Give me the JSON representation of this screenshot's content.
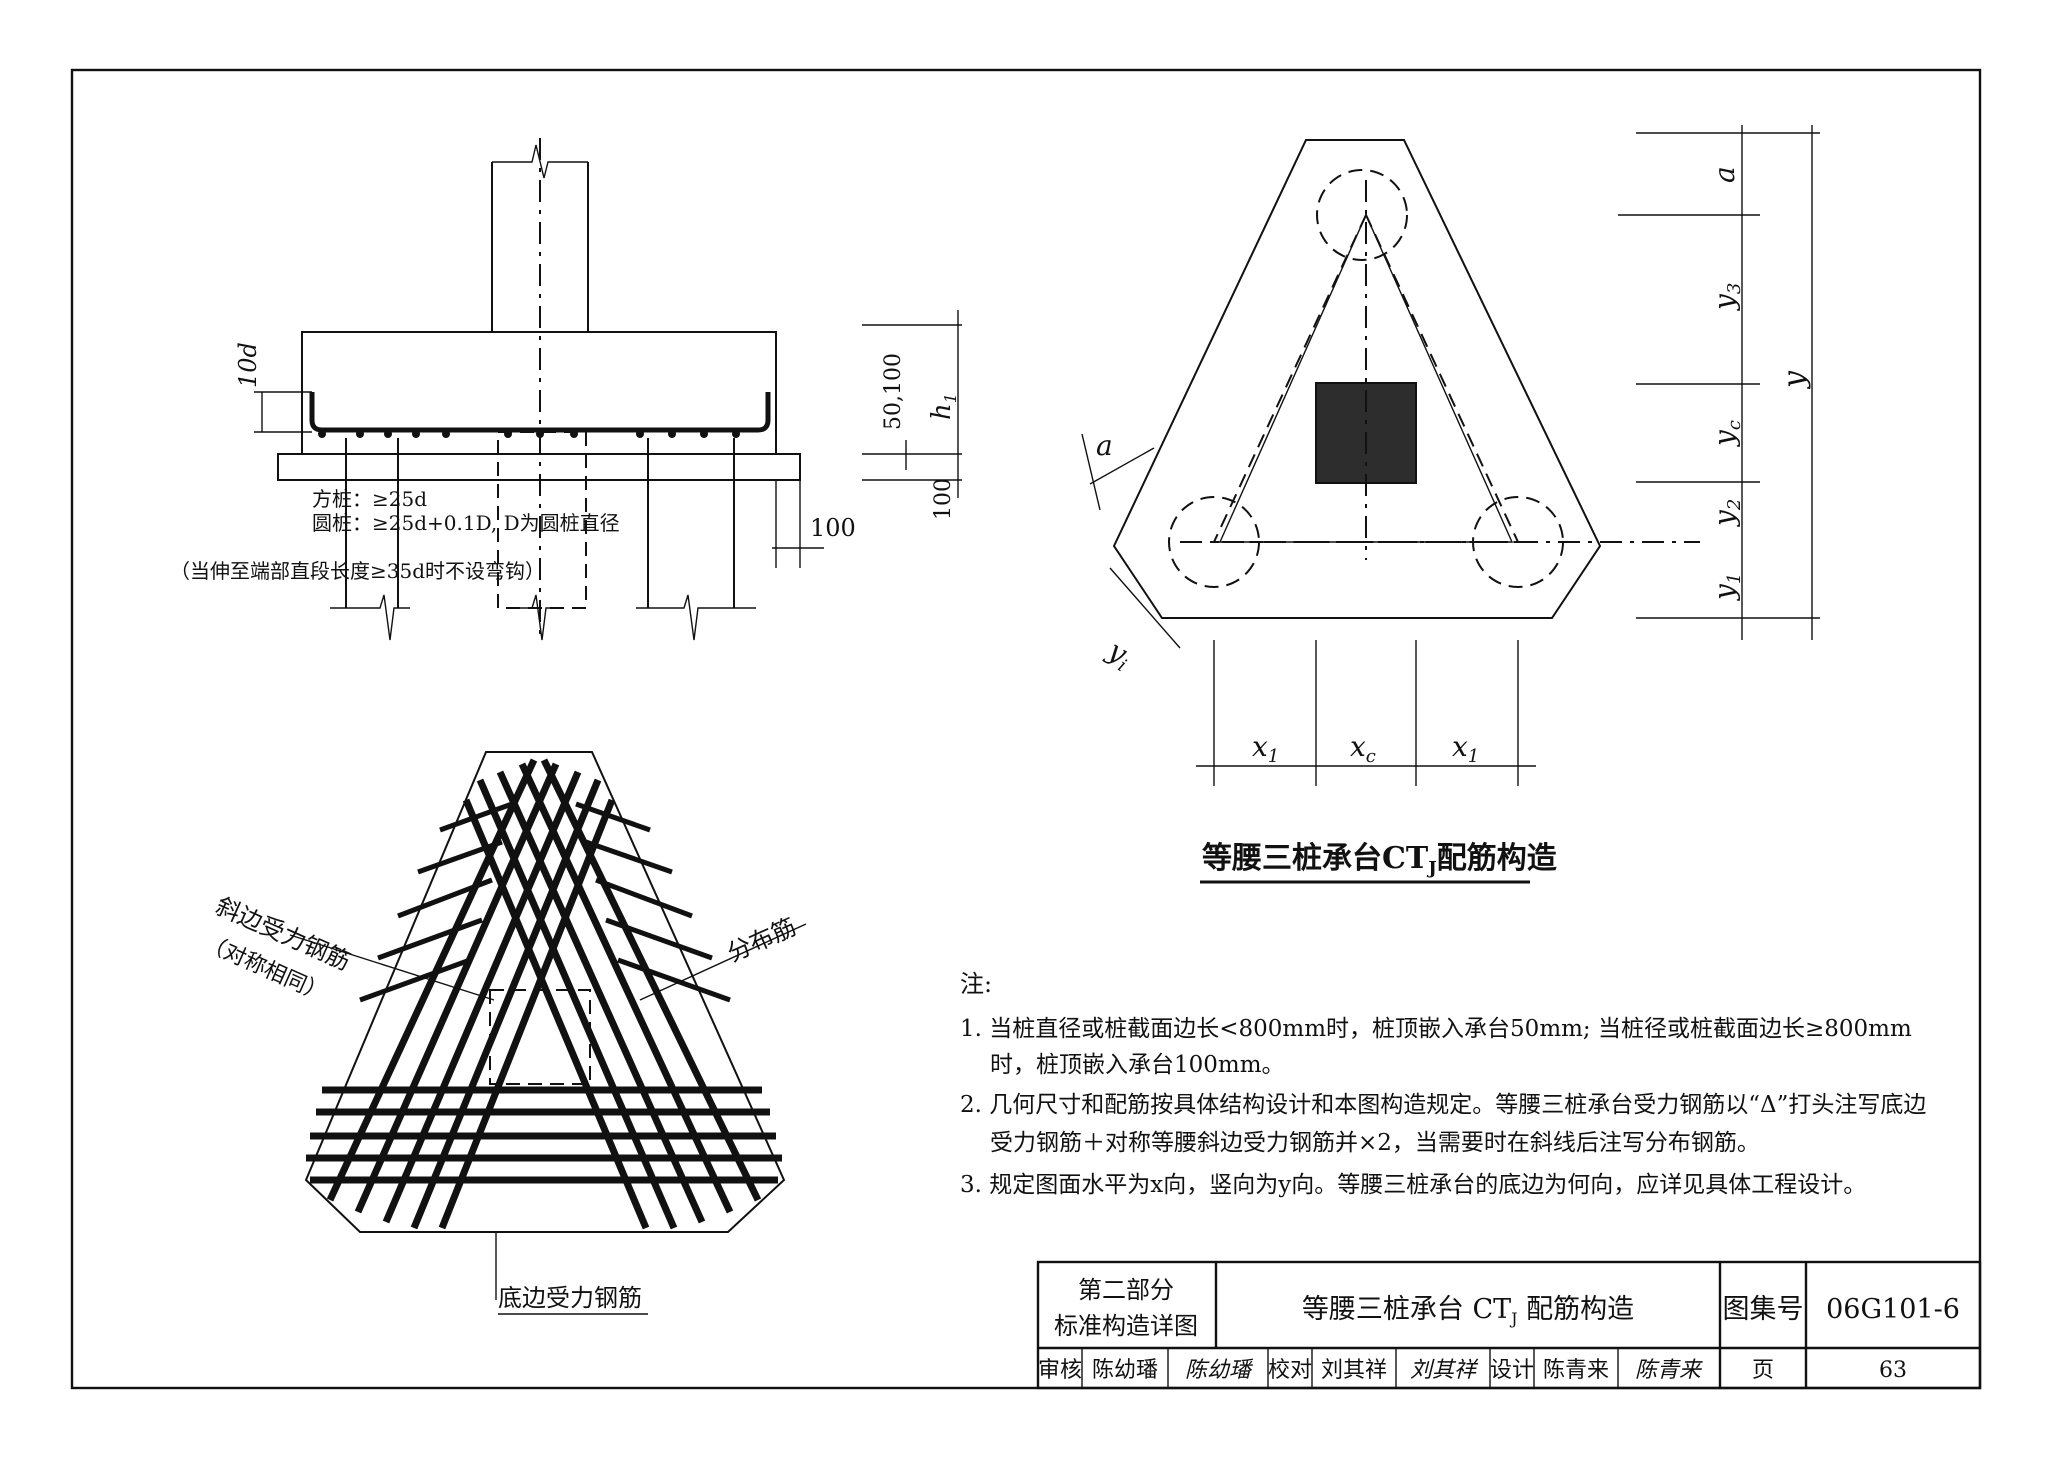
{
  "section_view": {
    "label_10d": "10d",
    "label_50_100": "50,100",
    "label_h1": "h",
    "label_h1_sub": "1",
    "label_100_vert": "100",
    "label_100_right": "100",
    "note_square_pile": "方桩：≥25d",
    "note_round_pile": "圆桩：≥25d+0.1D, D为圆桩直径",
    "note_hook": "（当伸至端部直段长度≥35d时不设弯钩）"
  },
  "plan_view": {
    "label_a_top": "a",
    "label_y3": "y",
    "label_y3_sub": "3",
    "label_y": "y",
    "label_yc": "y",
    "label_yc_sub": "c",
    "label_y2": "y",
    "label_y2_sub": "2",
    "label_y1": "y",
    "label_y1_sub": "1",
    "label_a_side": "a",
    "label_yi": "y",
    "label_yi_sub": "i",
    "label_x1_left": "x",
    "label_x1_left_sub": "1",
    "label_xc": "x",
    "label_xc_sub": "c",
    "label_x1_right": "x",
    "label_x1_right_sub": "1",
    "title_main": "等腰三桩承台CT",
    "title_sub": "J",
    "title_end": "配筋构造"
  },
  "rebar_view": {
    "label_hyp_bar": "斜边受力钢筋",
    "label_hyp_bar_sym": "（对称相同）",
    "label_distribution": "分布筋",
    "label_bottom_bar": "底边受力钢筋"
  },
  "notes": {
    "heading": "注:",
    "n1_line1": "1. 当桩直径或桩截面边长<800mm时，桩顶嵌入承台50mm; 当桩径或桩截面边长≥800mm",
    "n1_line2": "时，桩顶嵌入承台100mm。",
    "n2_line1": "2. 几何尺寸和配筋按具体结构设计和本图构造规定。等腰三桩承台受力钢筋以“Δ”打头注写底边",
    "n2_line2": "受力钢筋＋对称等腰斜边受力钢筋并×2，当需要时在斜线后注写分布钢筋。",
    "n3_line1": "3. 规定图面水平为x向，竖向为y向。等腰三桩承台的底边为何向，应详见具体工程设计。"
  },
  "title_block": {
    "part_line1": "第二部分",
    "part_line2": "标准构造详图",
    "drawing_title": "等腰三桩承台 CT",
    "drawing_title_sub": "J",
    "drawing_title_end": " 配筋构造",
    "atlas_label": "图集号",
    "atlas_number": "06G101-6",
    "review_label": "审核",
    "review_name": "陈幼璠",
    "review_sign": "陈幼璠",
    "check_label": "校对",
    "check_name": "刘其祥",
    "check_sign": "刘其祥",
    "design_label": "设计",
    "design_name": "陈青来",
    "design_sign": "陈青来",
    "page_label": "页",
    "page_number": "63"
  }
}
